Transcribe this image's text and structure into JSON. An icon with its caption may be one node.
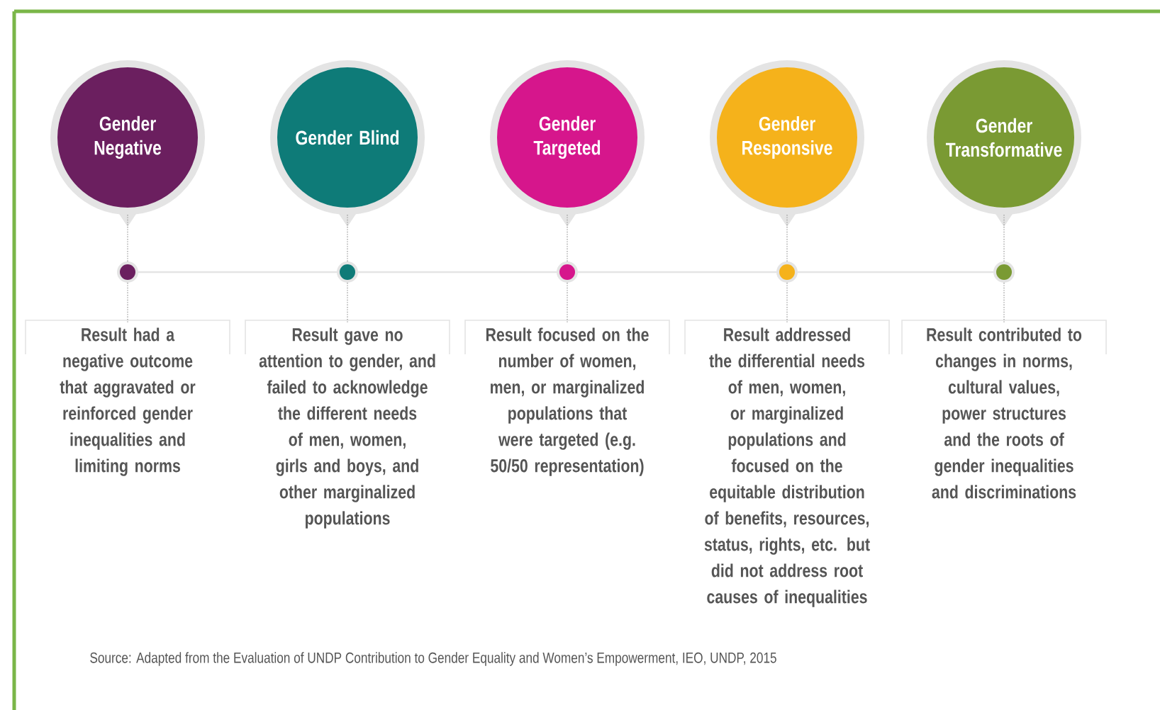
{
  "diagram": {
    "caption": "Source: Adapted from the Evaluation of UNDP Contribution to Gender Equality and Women’s Empowerment, IEO, UNDP, 2015",
    "nodes": [
      {
        "text": [
          "Gender Negative"
        ]
      },
      {
        "text": [
          "Gender Blind"
        ]
      },
      {
        "text": [
          "Gender Targeted"
        ]
      },
      {
        "text": [
          "Gender Responsive"
        ]
      },
      {
        "text": [
          "Gender Transformative"
        ]
      },
      {
        "text": [],
        "shape": "circle"
      },
      {
        "text": [],
        "shape": "circle"
      },
      {
        "text": [],
        "shape": "circle"
      },
      {
        "text": [],
        "shape": "circle"
      },
      {
        "text": [],
        "shape": "circle"
      },
      {
        "text": [
          "Result had a negative outcome that aggravated or reinforced gender inequalities and limiting norms"
        ]
      },
      {
        "text": [
          "Result gave no attention to gender, and failed to acknowledge the different needs of men, women, girls and boys, and other marginalized populations"
        ]
      },
      {
        "text": [
          "Result focused on the number of women, men, or marginalized populations that were targeted (e.g. 50/50 representation)"
        ]
      },
      {
        "text": [
          "Result addressed the differential needs of men, women, or marginalized populations and focused on the equitable distribution of benefits, resources, status, rights, etc. but did not address root causes of inequalities"
        ]
      },
      {
        "text": [
          "Result contributed to changes in norms, cultural values, power structures and the roots of gender inequalities and discriminations"
        ]
      }
    ],
    "edges": [
      {
        "from": 0,
        "to": 5,
        "arrow": "none",
        "style": "dashed"
      },
      {
        "from": 1,
        "to": 6,
        "arrow": "none",
        "style": "dashed"
      },
      {
        "from": 2,
        "to": 7,
        "arrow": "none",
        "style": "dashed"
      },
      {
        "from": 3,
        "to": 8,
        "arrow": "none",
        "style": "dashed"
      },
      {
        "from": 4,
        "to": 9,
        "arrow": "none",
        "style": "dashed"
      },
      {
        "from": 5,
        "to": 6,
        "arrow": "none"
      },
      {
        "from": 6,
        "to": 7,
        "arrow": "none"
      },
      {
        "from": 7,
        "to": 8,
        "arrow": "none"
      },
      {
        "from": 8,
        "to": 9,
        "arrow": "none"
      },
      {
        "from": 5,
        "to": 10,
        "arrow": "none",
        "style": "dashed"
      },
      {
        "from": 6,
        "to": 11,
        "arrow": "none",
        "style": "dashed"
      },
      {
        "from": 7,
        "to": 12,
        "arrow": "none",
        "style": "dashed"
      },
      {
        "from": 8,
        "to": 13,
        "arrow": "none",
        "style": "dashed"
      },
      {
        "from": 9,
        "to": 14,
        "arrow": "none",
        "style": "dashed"
      }
    ]
  }
}
